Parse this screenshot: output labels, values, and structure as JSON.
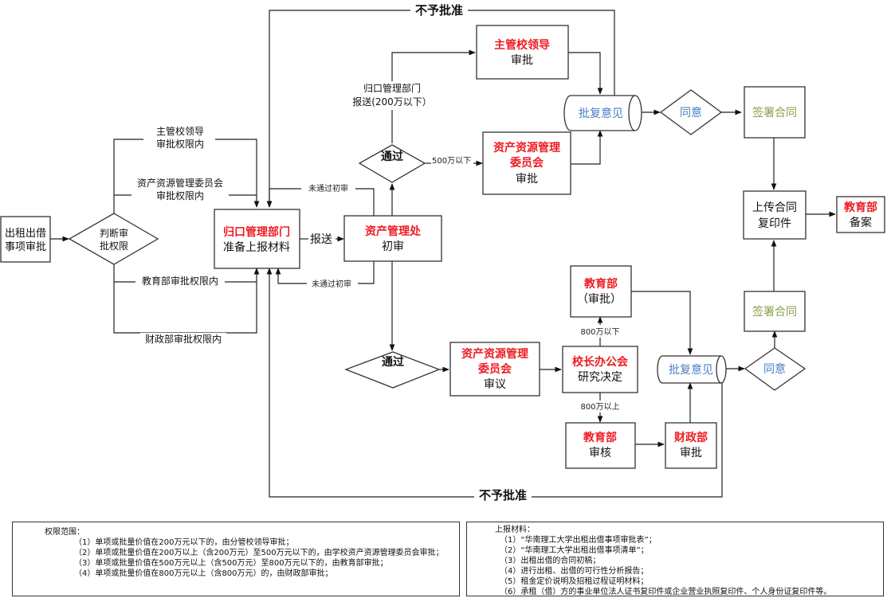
{
  "diagram": {
    "colors": {
      "red": "#ee1c24",
      "blue": "#4a7ec6",
      "green": "#8aa14a",
      "black": "#111111"
    },
    "nodes": {
      "start": [
        "出租出借",
        "事项审批"
      ],
      "judge": [
        "判断审",
        "批权限"
      ],
      "dept_prepare": {
        "title": "归口管理部门",
        "sub": "准备上报材料"
      },
      "asset_office": {
        "title": "资产管理处",
        "sub": "初审"
      },
      "pass_top": "通过",
      "pass_bottom": "通过",
      "leader_approve": {
        "title": "主管校领导",
        "sub": "审批"
      },
      "committee_approve": {
        "title": [
          "资产资源管理",
          "委员会"
        ],
        "sub": "审批"
      },
      "reply_top": "批复意见",
      "agree_top": "同意",
      "sign_top": "签署合同",
      "upload_copy": [
        "上传合同",
        "复印件"
      ],
      "moe_record": {
        "title": "教育部",
        "sub": "备案"
      },
      "committee_review": {
        "title": [
          "资产资源管理",
          "委员会"
        ],
        "sub": "审议"
      },
      "president_meeting": {
        "title": "校长办公会",
        "sub": "研究决定"
      },
      "moe_approve": {
        "title": "教育部",
        "sub": "（审批）"
      },
      "moe_check": {
        "title": "教育部",
        "sub": "审核"
      },
      "mof_approve": {
        "title": "财政部",
        "sub": "审批"
      },
      "reply_bottom": "批复意见",
      "agree_bottom": "同意",
      "sign_bottom": "签署合同"
    },
    "edge_labels": {
      "leader_scope": [
        "主管校领导",
        "审批权限内"
      ],
      "committee_scope": [
        "资产资源管理委员会",
        "审批权限内"
      ],
      "moe_scope": "教育部审批权限内",
      "mof_scope": "财政部审批权限内",
      "report": "报送",
      "fail_top": "未通过初审",
      "fail_bottom": "未通过初审",
      "dept_report": [
        "归口管理部门",
        "报送(200万以下）"
      ],
      "under_500": "500万以下",
      "under_800": "800万以下",
      "over_800": "800万以上",
      "reject_top": "不予批准",
      "reject_bottom": "不予批准"
    }
  },
  "notes": {
    "authority": {
      "title": "权限范围：",
      "items": [
        "（1）单项或批量价值在200万元以下的，由分管校领导审批；",
        "（2）单项或批量价值在200万以上（含200万元）至500万元以下的，由学校资产资源管理委员会审批；",
        "（3）单项或批量价值在500万元以上（含500万元）至800万元以下的，由教育部审批；",
        "（4）单项或批量价值在800万元以上（含800万元）的，由财政部审批；"
      ]
    },
    "materials": {
      "title": "上报材料：",
      "items": [
        "（1）“华南理工大学出租出借事项审批表”；",
        "（2）“华南理工大学出租出借事项清单”；",
        "（3）出租出借的合同初稿；",
        "（4）进行出租、出借的可行性分析报告；",
        "（5）租金定价说明及招租过程证明材料；",
        "（6）承租（借）方的事业单位法人证书复印件或企业营业执照复印件、个人身份证复印件等。"
      ]
    }
  }
}
